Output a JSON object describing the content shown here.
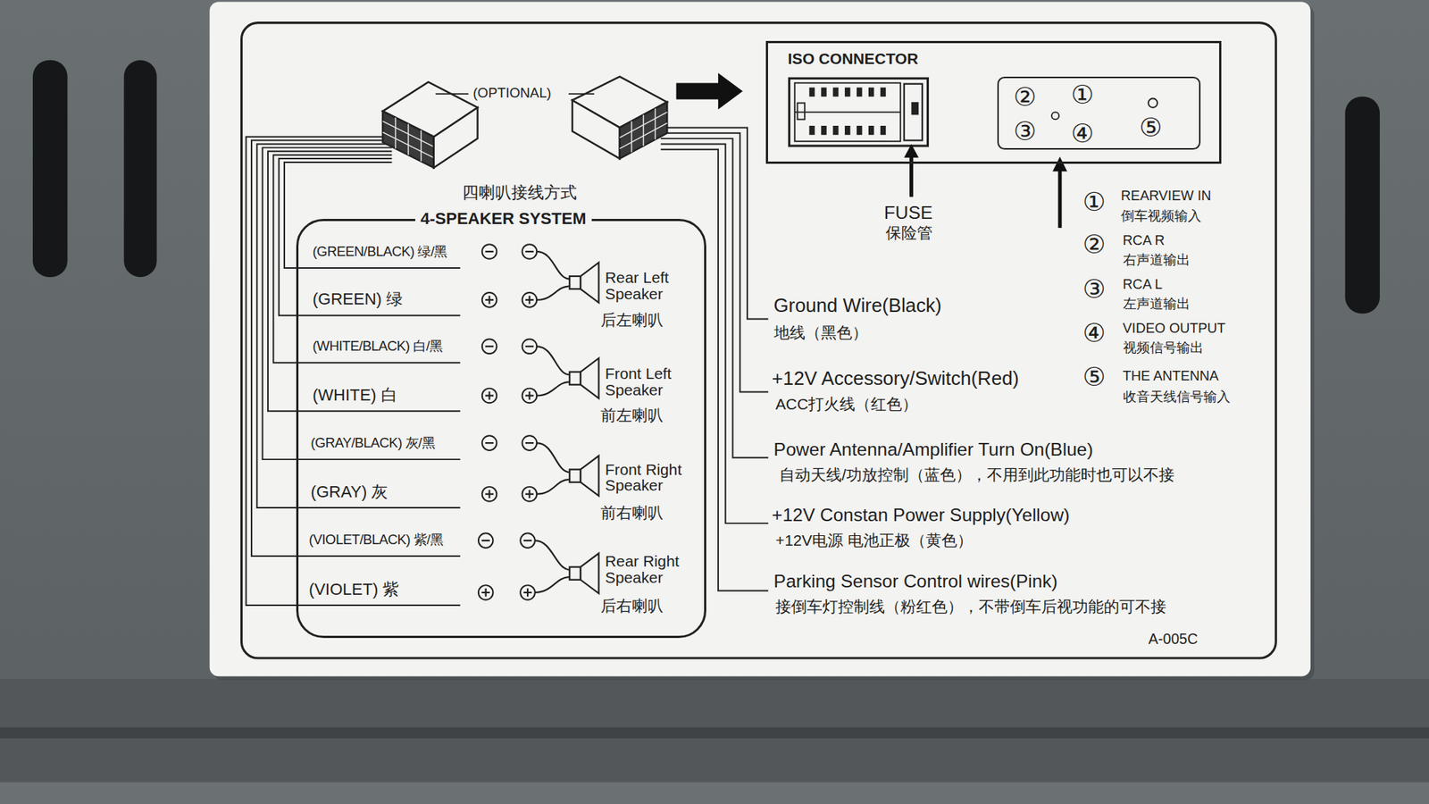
{
  "diagram": {
    "nodes": [
      {
        "text": [
          "四喇叭接线方式",
          "4-SPEAKER SYSTEM"
        ]
      },
      {
        "text": [
          "ISO CONNECTOR"
        ]
      },
      {
        "text": [
          "②",
          "①",
          "③",
          "④",
          "⑤"
        ],
        "in": 1
      }
    ],
    "labels": [
      "(OPTIONAL)",
      "(GREEN/BLACK) 绿/黑",
      "(GREEN) 绿",
      "(WHITE/BLACK) 白/黑",
      "(WHITE) 白",
      "(GRAY/BLACK) 灰/黑",
      "(GRAY) 灰",
      "(VIOLET/BLACK) 紫/黑",
      "(VIOLET) 紫",
      "Rear Left Speaker",
      "后左喇叭",
      "Front Left Speaker",
      "前左喇叭",
      "Front Right Speaker",
      "前右喇叭",
      "Rear Right Speaker",
      "后右喇叭",
      "FUSE",
      "保险管",
      "Ground Wire(Black)",
      "地线（黑色）",
      "+12V Accessory/Switch(Red)",
      "ACC打火线（红色）",
      "Power Antenna/Amplifier Turn On(Blue)",
      "自动天线/功放控制（蓝色），不用到此功能时也可以不接",
      "+12V Constan Power Supply(Yellow)",
      "+12V电源 电池正极（黄色）",
      "Parking Sensor Control wires(Pink)",
      "接倒车灯控制线（粉红色），不带倒车后视功能的可不接",
      "①",
      "REARVIEW IN",
      "倒车视频输入",
      "②",
      "RCA R",
      "右声道输出",
      "③",
      "RCA L",
      "左声道输出",
      "④",
      "VIDEO OUTPUT",
      "视频信号输出",
      "⑤",
      "THE ANTENNA",
      "收音天线信号输入",
      "A-005C"
    ]
  }
}
